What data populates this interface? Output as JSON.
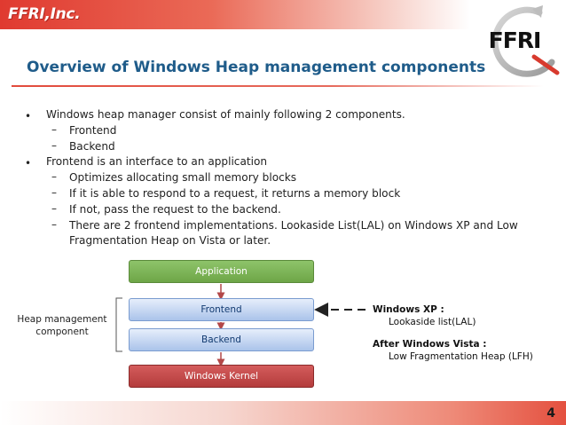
{
  "header": {
    "company": "FFRI,Inc.",
    "logo_text": "FFRI"
  },
  "slide": {
    "title": "Overview of Windows Heap management components",
    "page_number": "4"
  },
  "bullets": [
    "Windows heap manager consist of mainly following 2 components.",
    "Frontend",
    "Backend",
    "Frontend is an interface to an application",
    "Optimizes allocating small memory blocks",
    "If it is  able to respond to a request, it returns a memory block",
    "If not, pass the request to the backend.",
    "There are 2 frontend implementations. Lookaside List(LAL) on Windows XP and Low",
    "Fragmentation Heap on Vista or later."
  ],
  "diagram": {
    "application": "Application",
    "frontend": "Frontend",
    "backend": "Backend",
    "kernel": "Windows Kernel",
    "heap_label_line1": "Heap management",
    "heap_label_line2": "component",
    "xp_heading": "Windows XP :",
    "xp_value": "Lookaside list(LAL)",
    "vista_heading": "After Windows Vista :",
    "vista_value": "Low Fragmentation Heap (LFH)"
  },
  "colors": {
    "title": "#1f5c8a",
    "accent_red": "#e03a30",
    "app_green": "#7ab356",
    "frontend_blue": "#c3d5f2",
    "kernel_red": "#c04848"
  }
}
